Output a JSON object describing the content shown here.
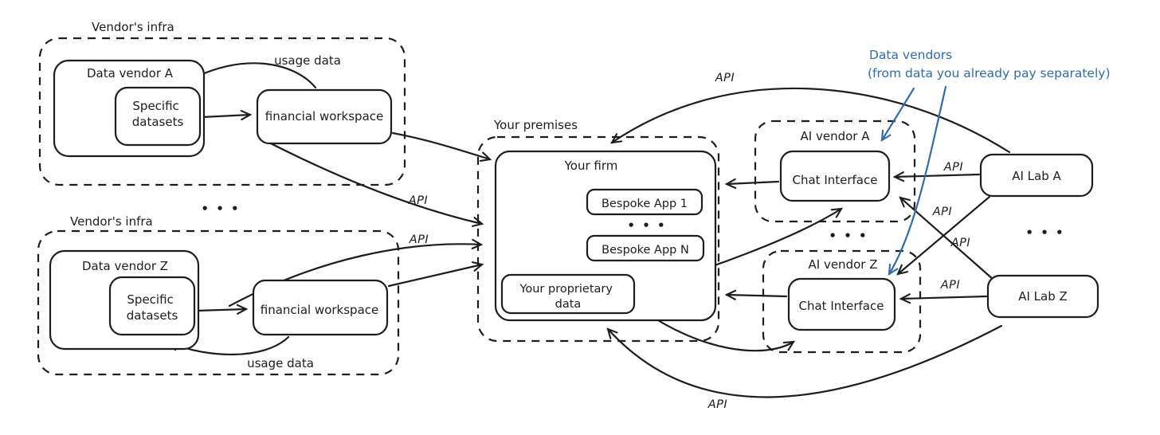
{
  "colors": {
    "ink": "#1d1d1d",
    "accent_blue": "#2e6cae",
    "background": "#ffffff"
  },
  "groups": {
    "vendor_infra_top": {
      "label": "Vendor's infra"
    },
    "vendor_infra_bottom": {
      "label": "Vendor's infra"
    },
    "your_premises": {
      "label": "Your premises"
    },
    "ai_vendor_a": {
      "label": "AI vendor A"
    },
    "ai_vendor_z": {
      "label": "AI vendor Z"
    }
  },
  "nodes": {
    "data_vendor_a": {
      "label": "Data vendor A"
    },
    "specific_datasets_a": {
      "line1": "Specific",
      "line2": "datasets"
    },
    "financial_workspace_a": {
      "label": "financial workspace"
    },
    "data_vendor_z": {
      "label": "Data vendor Z"
    },
    "specific_datasets_z": {
      "line1": "Specific",
      "line2": "datasets"
    },
    "financial_workspace_z": {
      "label": "financial workspace"
    },
    "your_firm": {
      "label": "Your firm"
    },
    "bespoke_app_1": {
      "label": "Bespoke App 1"
    },
    "bespoke_app_n": {
      "label": "Bespoke App N"
    },
    "your_proprietary_data": {
      "line1": "Your proprietary",
      "line2": "data"
    },
    "chat_interface_a": {
      "label": "Chat Interface"
    },
    "chat_interface_z": {
      "label": "Chat Interface"
    },
    "ai_lab_a": {
      "label": "AI Lab A"
    },
    "ai_lab_z": {
      "label": "AI Lab Z"
    }
  },
  "edge_labels": {
    "usage_data_top": "usage data",
    "usage_data_bottom": "usage data",
    "api": "API"
  },
  "annotation": {
    "line1": "Data vendors",
    "line2": "(from data you already pay separately)"
  },
  "ellipsis": "• • •"
}
